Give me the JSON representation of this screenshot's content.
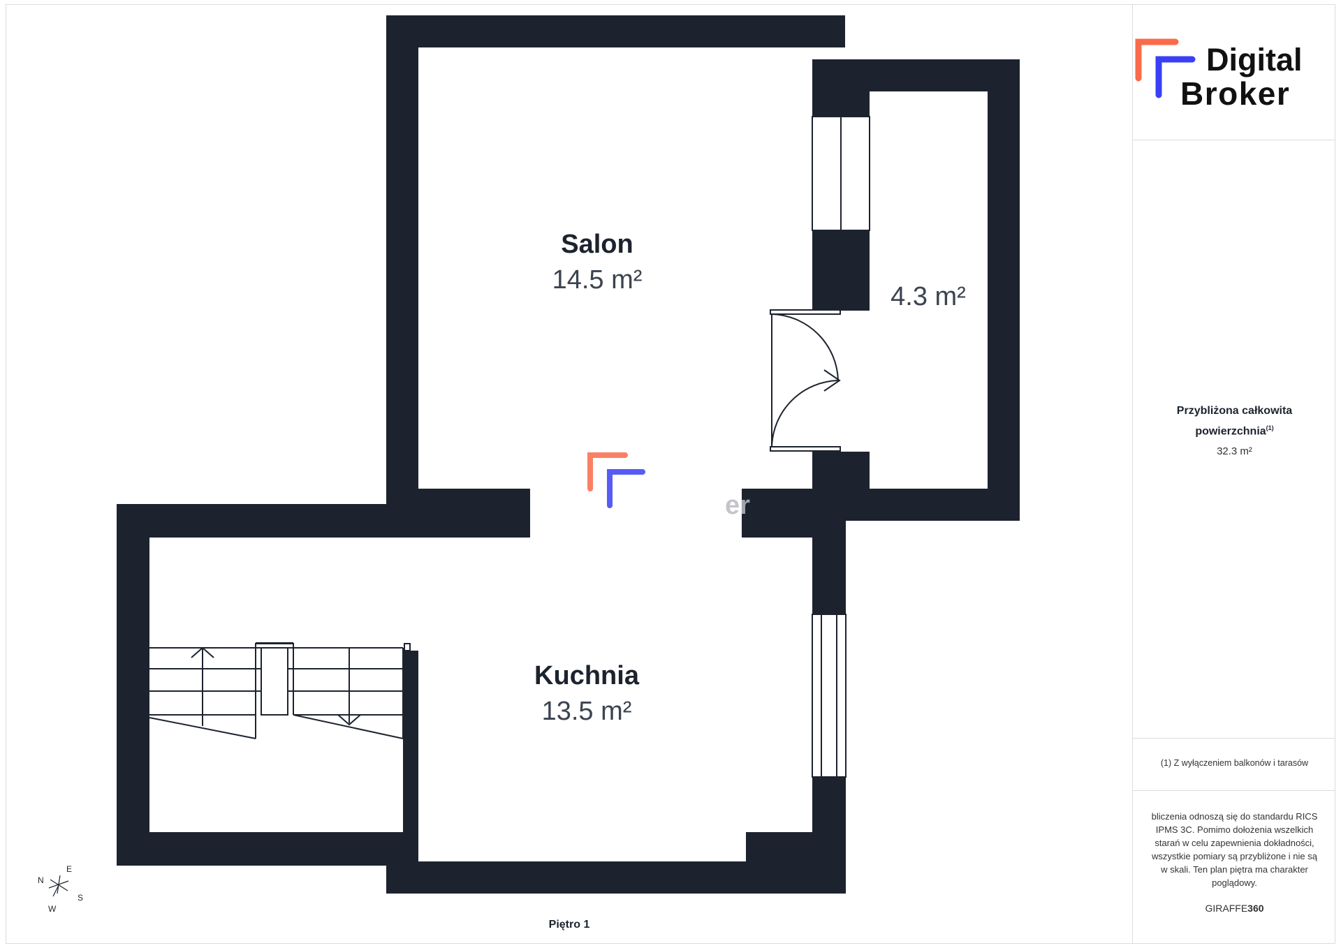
{
  "brand": {
    "word1": "Digital",
    "word2": "Broker",
    "accent_orange": "#fa6b4a",
    "accent_blue": "#3a3ff5",
    "watermark_text": "er"
  },
  "rooms": [
    {
      "name": "Salon",
      "area": "14.5 m²"
    },
    {
      "name": "",
      "area": "4.3 m²"
    },
    {
      "name": "Kuchnia",
      "area": "13.5 m²"
    }
  ],
  "summary": {
    "title_line1": "Przybliżona całkowita",
    "title_line2": "powierzchnia",
    "title_note": "(1)",
    "total_area": "32.3 m²"
  },
  "footnote": "(1) Z wyłączeniem balkonów i tarasów",
  "disclaimer": "bliczenia odnoszą się do standardu RICS IPMS 3C. Pomimo dołożenia wszelkich starań w celu zapewnienia dokładności, wszystkie pomiary są przybliżone i nie są w skali. Ten plan piętra ma charakter poglądowy.",
  "vendor": {
    "prefix": "GIRAFFE",
    "suffix": "360"
  },
  "floor_label": "Piętro 1",
  "compass": {
    "n": "N",
    "e": "E",
    "s": "S",
    "w": "W"
  },
  "colors": {
    "wall": "#1d232e",
    "background": "#ffffff",
    "divider": "#dcdcdc"
  }
}
